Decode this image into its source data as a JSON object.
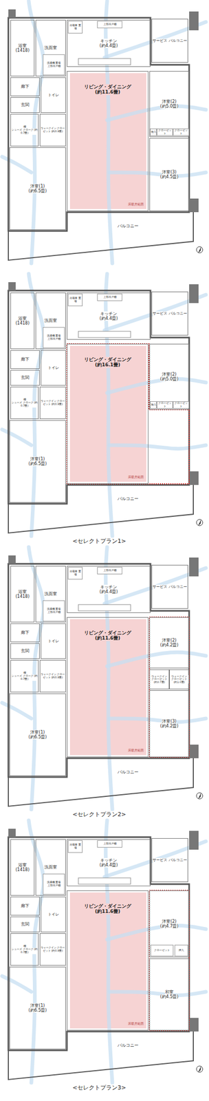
{
  "diagram": {
    "nodes": [
      {
        "text": [
          "浴室",
          "(1418)"
        ]
      },
      {
        "text": [
          "洗面室"
        ]
      },
      {
        "text": [
          "洗濯機 置場",
          "上部吊戸棚"
        ],
        "in": 1
      },
      {
        "text": [
          "キッチン",
          "(約4.4畳)"
        ]
      },
      {
        "text": [
          "冷蔵庫 置場"
        ],
        "in": 3
      },
      {
        "text": [
          "上部吊戸棚"
        ],
        "in": 3
      },
      {
        "text": [
          "サービス バルコニー"
        ]
      },
      {
        "text": [
          "廊下"
        ]
      },
      {
        "text": [
          "玄関"
        ]
      },
      {
        "text": [
          "トイレ"
        ]
      },
      {
        "text": [
          "棚",
          "シューズ クローク (約0.7畳)"
        ]
      },
      {
        "text": [
          "ウォークイン クローゼット (約0.9畳)"
        ]
      },
      {
        "text": [
          "リビング・ダイニング",
          "(約11.6畳)",
          "床暖房範囲"
        ]
      },
      {
        "text": [
          "洋室(2)",
          "(約5.0畳)"
        ]
      },
      {
        "text": [
          "物入"
        ],
        "in": 13
      },
      {
        "text": [
          "クローゼット"
        ],
        "in": 13
      },
      {
        "text": [
          "クローゼット"
        ],
        "in": 13
      },
      {
        "text": [
          "洋室(3)",
          "(約4.5畳)"
        ]
      },
      {
        "text": [
          "洋室(1)",
          "(約6.5畳)"
        ]
      },
      {
        "text": [
          "バルコニー"
        ]
      },
      {
        "text": [
          "浴室",
          "(1418)"
        ]
      },
      {
        "text": [
          "洗面室"
        ]
      },
      {
        "text": [
          "洗濯機 置場",
          "上部吊戸棚"
        ],
        "in": 21
      },
      {
        "text": [
          "キッチン",
          "(約4.4畳)"
        ]
      },
      {
        "text": [
          "冷蔵庫 置場"
        ],
        "in": 23
      },
      {
        "text": [
          "上部吊戸棚"
        ],
        "in": 23
      },
      {
        "text": [
          "サービス バルコニー"
        ]
      },
      {
        "text": [
          "廊下"
        ]
      },
      {
        "text": [
          "玄関"
        ]
      },
      {
        "text": [
          "トイレ"
        ]
      },
      {
        "text": [
          "棚",
          "シューズ クローク (約0.7畳)"
        ]
      },
      {
        "text": [
          "ウォークイン クローゼット (約0.9畳)"
        ]
      },
      {
        "text": [
          "リビング・ダイニング",
          "(約16.1畳)",
          "床暖房範囲"
        ]
      },
      {
        "text": [
          "洋室(2)",
          "(約5.0畳)"
        ]
      },
      {
        "text": [
          "物入"
        ],
        "in": 33
      },
      {
        "text": [
          "クローゼット"
        ],
        "in": 33
      },
      {
        "text": [
          "クローゼット"
        ],
        "in": 33
      },
      {
        "text": [
          "洋室(1)",
          "(約6.5畳)"
        ]
      },
      {
        "text": [
          "バルコニー"
        ]
      },
      {
        "text": [
          "浴室",
          "(1418)"
        ]
      },
      {
        "text": [
          "洗面室"
        ]
      },
      {
        "text": [
          "洗濯機 置場",
          "上部吊戸棚"
        ],
        "in": 40
      },
      {
        "text": [
          "キッチン",
          "(約4.4畳)"
        ]
      },
      {
        "text": [
          "冷蔵庫 置場"
        ],
        "in": 42
      },
      {
        "text": [
          "上部吊戸棚"
        ],
        "in": 42
      },
      {
        "text": [
          "サービス バルコニー"
        ]
      },
      {
        "text": [
          "廊下"
        ]
      },
      {
        "text": [
          "玄関"
        ]
      },
      {
        "text": [
          "トイレ"
        ]
      },
      {
        "text": [
          "棚",
          "シューズ クローク (約0.7畳)"
        ]
      },
      {
        "text": [
          "ウォークイン クローゼット (約0.9畳)"
        ]
      },
      {
        "text": [
          "リビング・ダイニング",
          "(約11.6畳)",
          "床暖房範囲"
        ]
      },
      {
        "text": [
          "洋室(2)",
          "(約4.2畳)"
        ]
      },
      {
        "text": [
          "ウォークイン クローゼット (約0.7畳)"
        ]
      },
      {
        "text": [
          "ウォークイン クローゼット (約1.0畳)"
        ]
      },
      {
        "text": [
          "洋室(3)",
          "(約4.2畳)"
        ]
      },
      {
        "text": [
          "洋室(1)",
          "(約6.5畳)"
        ]
      },
      {
        "text": [
          "バルコニー"
        ]
      },
      {
        "text": [
          "浴室",
          "(1418)"
        ]
      },
      {
        "text": [
          "洗面室"
        ]
      },
      {
        "text": [
          "洗濯機 置場",
          "上部吊戸棚"
        ],
        "in": 59
      },
      {
        "text": [
          "キッチン",
          "(約4.4畳)"
        ]
      },
      {
        "text": [
          "冷蔵庫 置場"
        ],
        "in": 61
      },
      {
        "text": [
          "上部吊戸棚"
        ],
        "in": 61
      },
      {
        "text": [
          "サービス バルコニー"
        ]
      },
      {
        "text": [
          "廊下"
        ]
      },
      {
        "text": [
          "玄関"
        ]
      },
      {
        "text": [
          "トイレ"
        ]
      },
      {
        "text": [
          "棚",
          "シューズ クローク (約0.7畳)"
        ]
      },
      {
        "text": [
          "ウォークイン クローゼット (約0.9畳)"
        ]
      },
      {
        "text": [
          "リビング・ダイニング",
          "(約11.6畳)",
          "床暖房範囲"
        ]
      },
      {
        "text": [
          "洋室(2)",
          "(約4.7畳)"
        ]
      },
      {
        "text": [
          "クローゼット"
        ],
        "in": 71
      },
      {
        "text": [
          "押入"
        ],
        "in": 71
      },
      {
        "text": [
          "和室",
          "(約4.5畳)"
        ]
      },
      {
        "text": [
          "洋室(1)",
          "(約6.5畳)"
        ]
      },
      {
        "text": [
          "バルコニー"
        ]
      }
    ],
    "labels": [
      "<セレクトプラン1>",
      "<セレクトプラン2>",
      "<セレクトプラン3>"
    ]
  }
}
